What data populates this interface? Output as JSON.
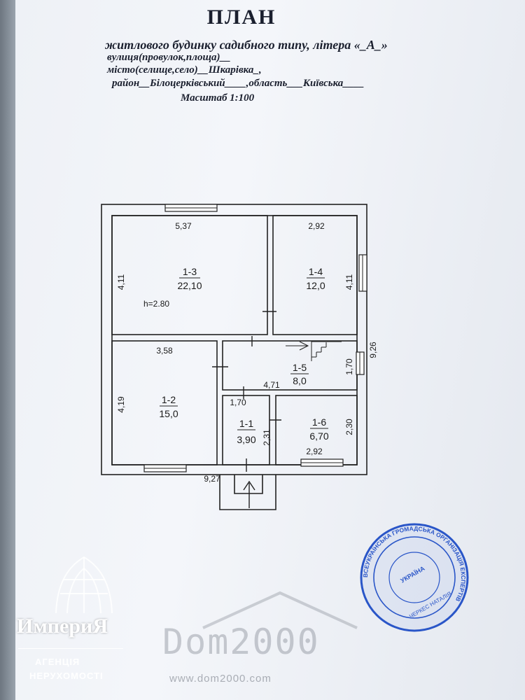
{
  "header": {
    "title": "ПЛАН",
    "line1": "житлового будинку садибного типу, літера «_А_»",
    "line2": "вулиця(провулок,площа)__",
    "line3": "місто(селище,село)__Шкарівка_,",
    "line4": "район__Білоцерківський____,область___Київська____",
    "scale": "Масштаб 1:100"
  },
  "plan": {
    "rooms": [
      {
        "id": "1-3",
        "area": "22,10"
      },
      {
        "id": "1-4",
        "area": "12,0"
      },
      {
        "id": "1-5",
        "area": "8,0"
      },
      {
        "id": "1-2",
        "area": "15,0"
      },
      {
        "id": "1-1",
        "area": "3,90"
      },
      {
        "id": "1-6",
        "area": "6,70"
      }
    ],
    "dims": {
      "r13_w": "5,37",
      "r13_h": "4,11",
      "r14_w": "2,92",
      "r14_h": "4,11",
      "ceiling": "h=2.80",
      "r12_w": "3,58",
      "r12_h": "4,19",
      "r15_h": "1,70",
      "r15_w": "4,71",
      "total_h": "9,26",
      "r11_w": "1,70",
      "r11_h": "2,31",
      "r16_h": "2,30",
      "r16_w": "2,92",
      "total_w": "9,27"
    }
  },
  "logo": {
    "name": "ИмпериЯ",
    "sub1": "АГЕНЦІЯ",
    "sub2": "НЕРУХОМОСТІ"
  },
  "watermark": {
    "text": "Dom2000",
    "url": "www.dom2000.com"
  },
  "stamp": {
    "outer": "ВСЕУКРАЇНСЬКА ГРОМАДСЬКА ОРГАНІЗАЦІЯ ЕКСПЕРТІВ",
    "inner": "УКРАЇНА",
    "name": "ЧЕРКЕС НАТАЛІЯ"
  },
  "colors": {
    "ink": "#1a1f2e",
    "stamp_blue": "#2a56c8"
  }
}
